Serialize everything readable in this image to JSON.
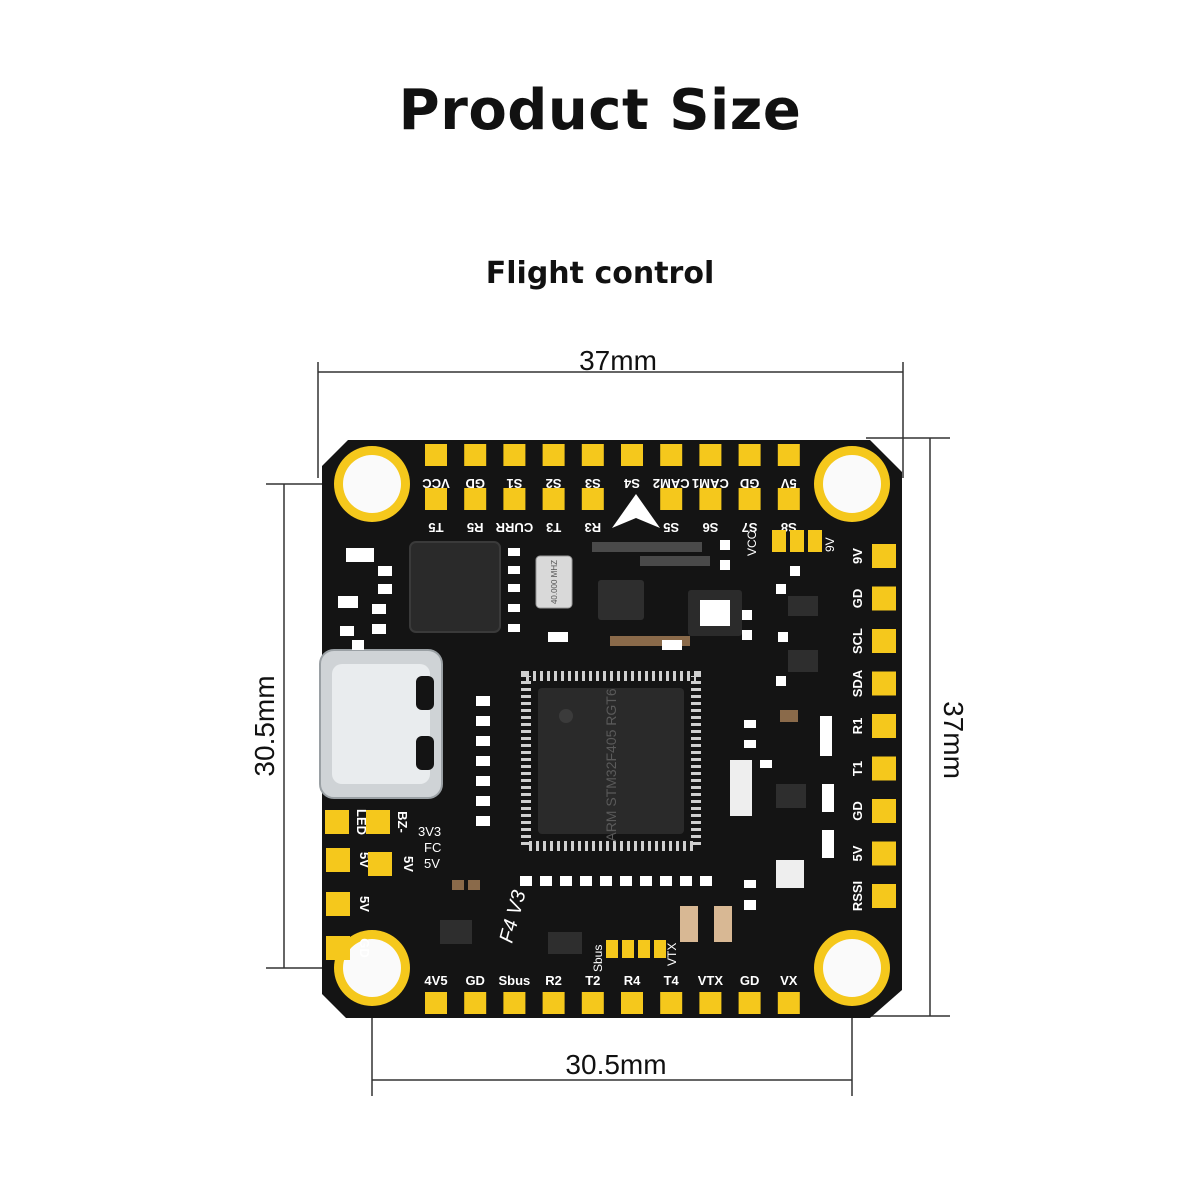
{
  "title": "Product Size",
  "subtitle": "Flight control",
  "dimensions": {
    "top": "37mm",
    "right": "37mm",
    "left": "30.5mm",
    "bottom": "30.5mm"
  },
  "board": {
    "top_row_upper": [
      "VCC",
      "GD",
      "S1",
      "S2",
      "S3",
      "S4",
      "CAM2",
      "CAM1",
      "GD",
      "5V"
    ],
    "top_row_lower": [
      "T5",
      "R5",
      "CURR",
      "T3",
      "R3",
      "S5",
      "S6",
      "S7",
      "S8"
    ],
    "right_column": [
      "9V",
      "GD",
      "SCL",
      "SDA",
      "R1",
      "T1",
      "GD",
      "5V",
      "RSSI"
    ],
    "bottom_row": [
      "4V5",
      "GD",
      "Sbus",
      "R2",
      "T2",
      "R4",
      "T4",
      "VTX",
      "GD",
      "VX"
    ],
    "left_column_inner": [
      "LED",
      "BZ-"
    ],
    "left_column_outer": [
      "5V",
      "5V",
      "GD"
    ],
    "small_labels": [
      "VCC",
      "9V",
      "3V3",
      "FC",
      "5V",
      "Sbus",
      "VTX"
    ],
    "model": "F4 V3",
    "crystal": "40.000 MHZ",
    "mcu_marking": "ARM STM32F405 RGT6",
    "colors": {
      "pcb": "#141414",
      "pad": "#f5c81c",
      "silkscreen": "#ffffff",
      "resistor": "#8a6a4a"
    }
  }
}
